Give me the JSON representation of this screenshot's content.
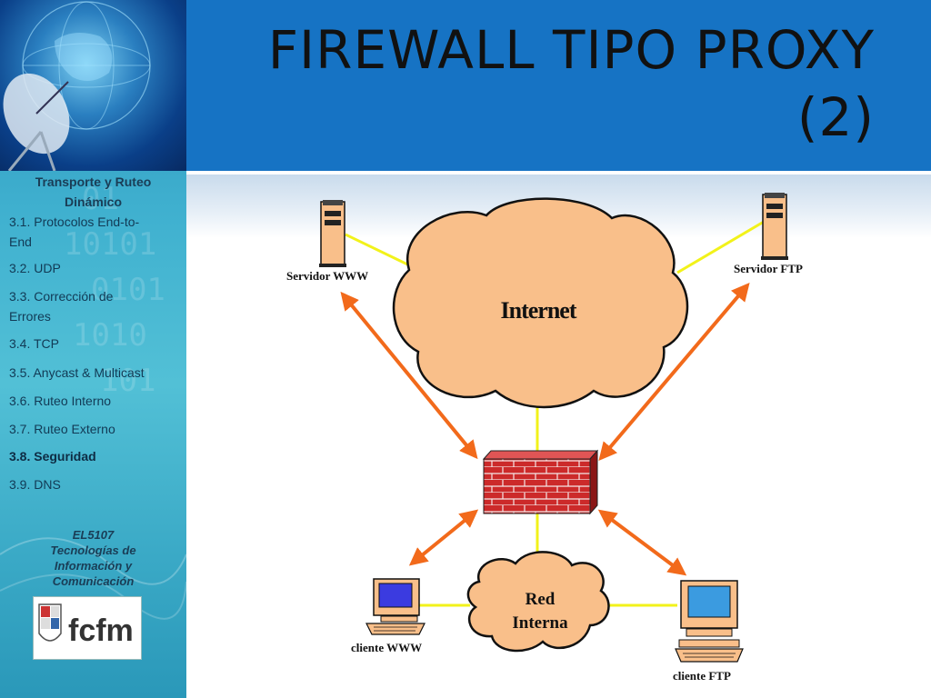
{
  "header": {
    "title_line1": "FIREWALL TIPO PROXY",
    "title_line2": "(2)"
  },
  "sidebar": {
    "section_title_line1": "Transporte y Ruteo",
    "section_title_line2": "Dinámico",
    "items": [
      {
        "label_line1": "3.1.  Protocolos End-to-",
        "label_line2": "End"
      },
      {
        "label_line1": "3.2. UDP",
        "label_line2": ""
      },
      {
        "label_line1": "3.3. Corrección de",
        "label_line2": "Errores"
      },
      {
        "label_line1": "3.4.  TCP",
        "label_line2": ""
      },
      {
        "label_line1": "3.5.  Anycast & Multicast",
        "label_line2": ""
      },
      {
        "label_line1": "3.6. Ruteo Interno",
        "label_line2": ""
      },
      {
        "label_line1": "3.7. Ruteo Externo",
        "label_line2": ""
      },
      {
        "label_line1": "3.8. Seguridad",
        "label_line2": "",
        "active": true
      },
      {
        "label_line1": "3.9. DNS",
        "label_line2": ""
      }
    ],
    "course_line1": "EL5107",
    "course_line2": "Tecnologías de",
    "course_line3": "Información  y",
    "course_line4": "Comunicación",
    "logo_text": "fcfm"
  },
  "diagram": {
    "internet_label": "Internet",
    "lan_label_line1": "Red",
    "lan_label_line2": "Interna",
    "server_www": "Servidor WWW",
    "server_ftp": "Servidor FTP",
    "client_www": "cliente WWW",
    "client_ftp": "cliente FTP",
    "colors": {
      "cloud": "#f9bf8a",
      "firewall": "#cc2a2a",
      "arrow": "#f26a1b",
      "link": "#f2f21a",
      "screen": "#3b3be0"
    }
  }
}
